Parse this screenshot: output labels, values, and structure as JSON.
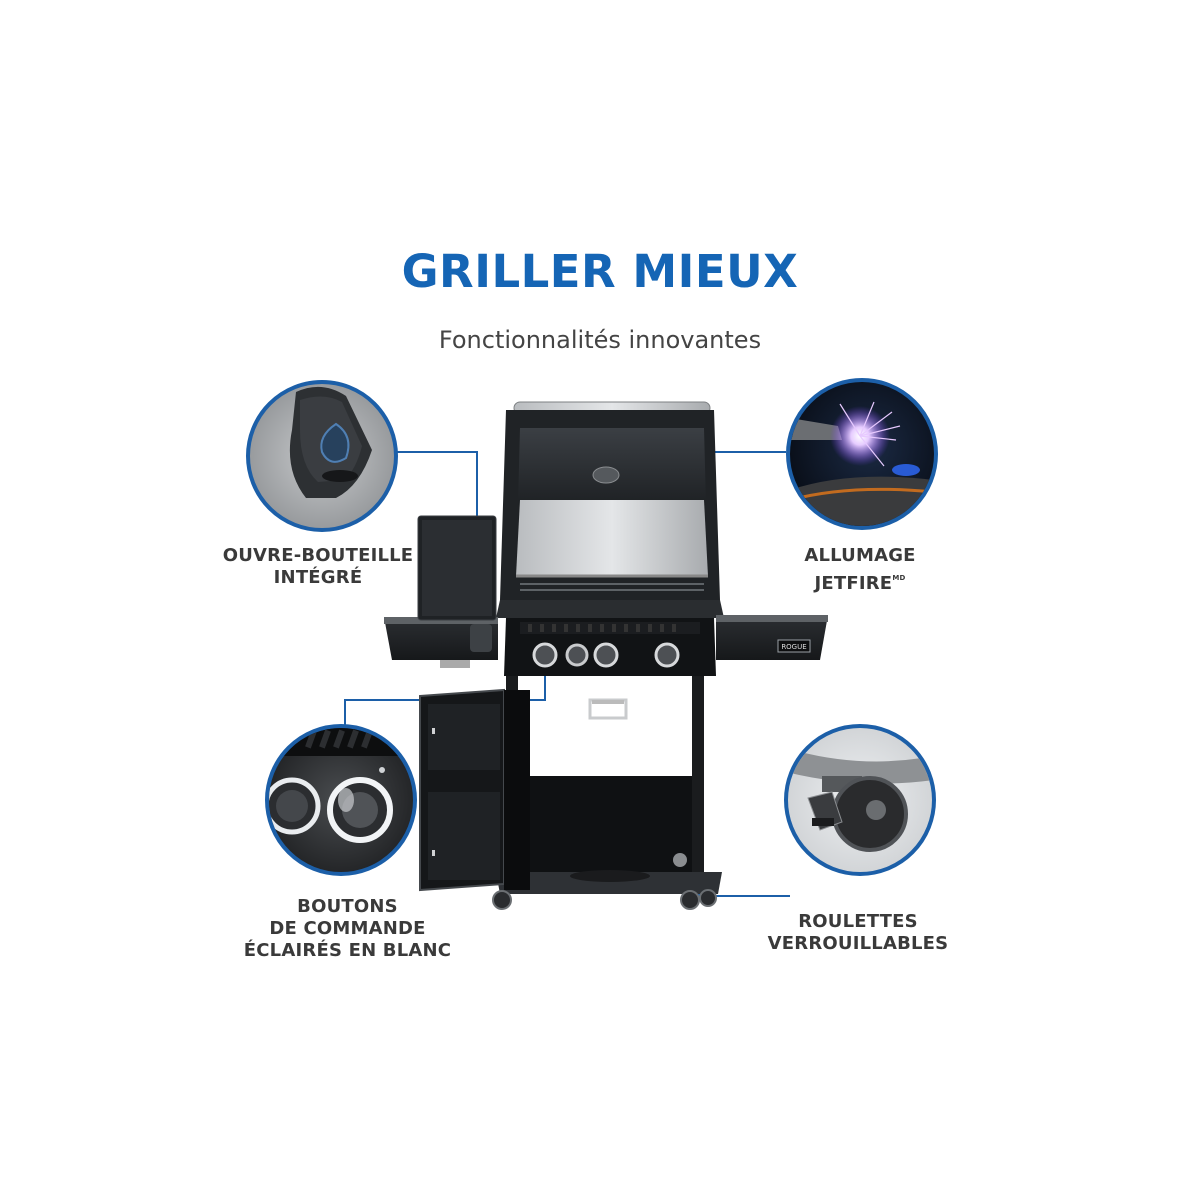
{
  "header": {
    "title": "GRILLER MIEUX",
    "subtitle": "Fonctionnalités innovantes"
  },
  "features": [
    {
      "lines": [
        "OUVRE-BOUTEILLE",
        "INTÉGRÉ"
      ],
      "icon": "bottle-opener-icon"
    },
    {
      "lines": [
        "ALLUMAGE",
        "JETFIRE"
      ],
      "mark": "MD",
      "icon": "jetfire-ignition-icon"
    },
    {
      "lines": [
        "BOUTONS",
        "DE COMMANDE",
        "ÉCLAIRÉS EN BLANC"
      ],
      "icon": "control-knobs-icon"
    },
    {
      "lines": [
        "ROULETTES",
        "VERROUILLABLES"
      ],
      "icon": "locking-caster-icon"
    }
  ],
  "product": {
    "badge": "ROGUE"
  },
  "colors": {
    "accent": "#1565b5",
    "leader": "#1c5fa8",
    "text": "#3a3a3a"
  }
}
